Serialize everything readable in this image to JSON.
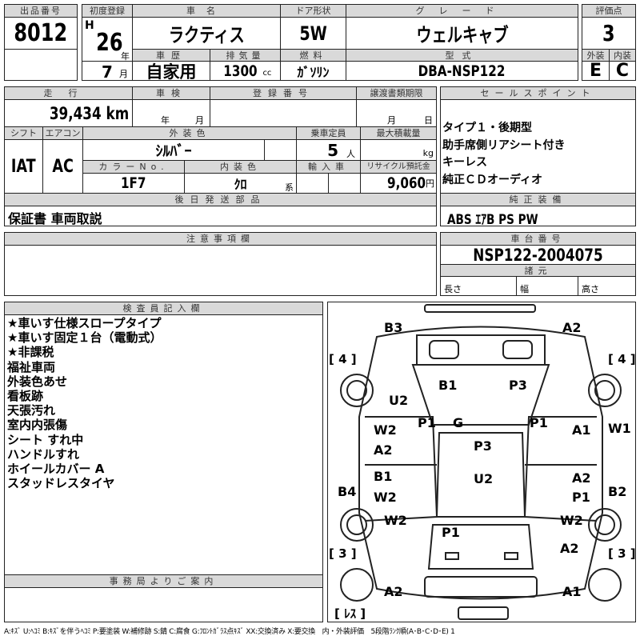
{
  "lot": {
    "label": "出品番号",
    "value": "8012"
  },
  "first_reg": {
    "label": "初度登録",
    "era": "H",
    "year": "26",
    "year_unit": "年",
    "month": "7",
    "month_unit": "月"
  },
  "car_name": {
    "label": "車名",
    "value": "ラクティス"
  },
  "history": {
    "label": "車歴",
    "value": "自家用"
  },
  "displacement": {
    "label": "排気量",
    "value": "1300",
    "unit": "cc"
  },
  "door": {
    "label": "ドア形状",
    "value": "5W"
  },
  "fuel": {
    "label": "燃料",
    "value": "ｶﾞｿﾘﾝ"
  },
  "grade": {
    "label": "グレード",
    "value": "ウェルキャブ"
  },
  "model": {
    "label": "型式",
    "value": "DBA-NSP122"
  },
  "score": {
    "label": "評価点",
    "value": "3",
    "ext_label": "外装",
    "int_label": "内装",
    "ext": "E",
    "int": "C"
  },
  "mileage": {
    "label": "走行",
    "value": "39,434 km"
  },
  "inspection": {
    "label": "車検",
    "year_unit": "年",
    "month_unit": "月"
  },
  "reg_no": {
    "label": "登録番号"
  },
  "transfer": {
    "label": "譲渡書類期限",
    "month_unit": "月",
    "day_unit": "日"
  },
  "shift": {
    "label": "シフト",
    "value": "IAT"
  },
  "ac": {
    "label": "エアコン",
    "value": "AC"
  },
  "ext_color": {
    "label": "外装色",
    "value": "ｼﾙﾊﾞｰ"
  },
  "capacity": {
    "label": "乗車定員",
    "value": "5",
    "unit": "人"
  },
  "max_load": {
    "label": "最大積載量",
    "unit": "kg"
  },
  "color_no": {
    "label": "カラーNo.",
    "value": "1F7"
  },
  "int_color": {
    "label": "内装色",
    "value": "ｸﾛ",
    "unit": "系"
  },
  "import": {
    "label": "輸入車"
  },
  "recycle": {
    "label": "リサイクル預託金",
    "value": "9,060",
    "unit": "円"
  },
  "later_parts": {
    "label": "後日発送部品",
    "value": "保証書 車両取説"
  },
  "sales_points": {
    "label": "セールスポイント",
    "items": [
      "タイプ１・後期型",
      "助手席側リアシート付き",
      "キーレス",
      "純正ＣＤオーディオ"
    ]
  },
  "equipment": {
    "label": "純正装備",
    "value": "ABS ｴｱB PS PW"
  },
  "notes": {
    "label": "注意事項欄"
  },
  "chassis": {
    "label": "車台番号",
    "value": "NSP122-2004075",
    "spec_label": "諸元",
    "length": "長さ",
    "width": "幅",
    "height": "高さ"
  },
  "inspector": {
    "label": "検査員記入欄",
    "items": [
      "★車いす仕様スロープタイプ",
      "★車いす固定１台（電動式）",
      "★非課税",
      "福祉車両",
      "外装色あせ",
      "看板跡",
      "天張汚れ",
      "室内内張傷",
      "シート すれ中",
      "ハンドルすれ",
      "ホイールカバー A",
      "スタッドレスタイヤ"
    ]
  },
  "office": {
    "label": "事務局よりご案内"
  },
  "diagram": {
    "tire_fl": "[ 4 ]",
    "tire_fr": "[ 4 ]",
    "tire_rl": "[ 3 ]",
    "tire_rr": "[ 3 ]",
    "spare": "[ ﾚｽ ]",
    "marks": [
      "B3",
      "A2",
      "B1",
      "P3",
      "U2",
      "P1",
      "G",
      "P1",
      "W2",
      "A1",
      "W1",
      "A2",
      "P3",
      "B1",
      "U2",
      "A2",
      "B4",
      "W2",
      "P1",
      "B2",
      "W2",
      "W2",
      "P1",
      "A2",
      "A2",
      "A1"
    ]
  },
  "legend": "A:ｷｽﾞ U:ﾍｺﾐ B:ｷｽﾞを伴うﾍｺﾐ P:要塗装 W:補修跡 S:錆 C:腐食 G:ﾌﾛﾝﾄｶﾞﾗｽ点ｷｽﾞ XX:交換済み X:要交換　内・外装評価　5段階ﾗﾝｸ順(A･B･C･D･E) 1"
}
